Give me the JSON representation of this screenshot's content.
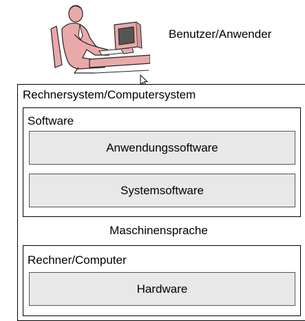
{
  "user": {
    "label": "Benutzer/Anwender",
    "illustration_icon": "person-at-computer-icon"
  },
  "system": {
    "title": "Rechnersystem/Computersystem"
  },
  "software": {
    "title": "Software",
    "layers": [
      "Anwendungssoftware",
      "Systemsoftware"
    ]
  },
  "machine_language": {
    "label": "Maschinensprache"
  },
  "computer": {
    "title": "Rechner/Computer",
    "layers": [
      "Hardware"
    ]
  },
  "colors": {
    "layer_fill": "#e8e8e8",
    "figure_skin": "#e9a9a9",
    "monitor": "#555555"
  }
}
